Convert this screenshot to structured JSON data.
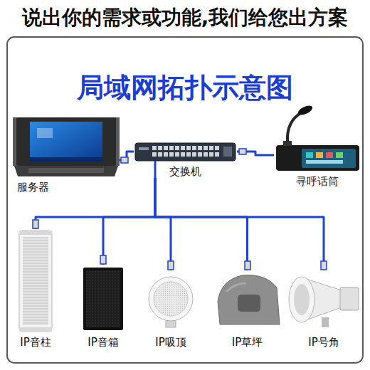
{
  "diagram": {
    "title": "局域网拓扑示意图",
    "nodes": [
      {
        "text": [
          "服务器"
        ]
      },
      {
        "text": [
          "交换机"
        ]
      },
      {
        "text": [
          "寻呼话筒"
        ]
      },
      {
        "text": [
          "IP音柱"
        ]
      },
      {
        "text": [
          "IP音箱"
        ]
      },
      {
        "text": [
          "IP吸顶"
        ]
      },
      {
        "text": [
          "IP草坪"
        ]
      },
      {
        "text": [
          "IP号角"
        ]
      }
    ],
    "edges": [
      {
        "from": 0,
        "to": 1,
        "arrow": "none"
      },
      {
        "from": 1,
        "to": 2,
        "arrow": "none"
      },
      {
        "from": 1,
        "to": 3,
        "arrow": "none"
      },
      {
        "from": 1,
        "to": 4,
        "arrow": "none"
      },
      {
        "from": 1,
        "to": 5,
        "arrow": "none"
      },
      {
        "from": 1,
        "to": 6,
        "arrow": "none"
      },
      {
        "from": 1,
        "to": 7,
        "arrow": "none"
      }
    ],
    "labels": [
      "说出你的需求或功能,我们给您出方案"
    ]
  }
}
